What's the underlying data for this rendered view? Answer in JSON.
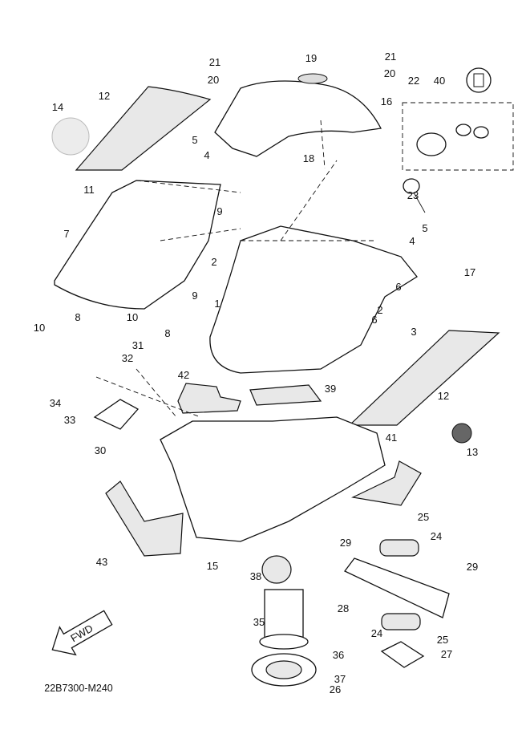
{
  "diagram_code": "22B7300-M240",
  "direction_label": "FWD",
  "part_labels": [
    "21",
    "19",
    "21",
    "20",
    "20",
    "22",
    "40",
    "16",
    "14",
    "12",
    "5",
    "4",
    "18",
    "23",
    "11",
    "9",
    "7",
    "5",
    "4",
    "2",
    "17",
    "1",
    "6",
    "2",
    "6",
    "3",
    "9",
    "10",
    "8",
    "10",
    "8",
    "31",
    "32",
    "42",
    "39",
    "34",
    "33",
    "12",
    "13",
    "30",
    "41",
    "25",
    "24",
    "29",
    "29",
    "43",
    "15",
    "38",
    "28",
    "35",
    "24",
    "25",
    "27",
    "36",
    "37",
    "26"
  ]
}
